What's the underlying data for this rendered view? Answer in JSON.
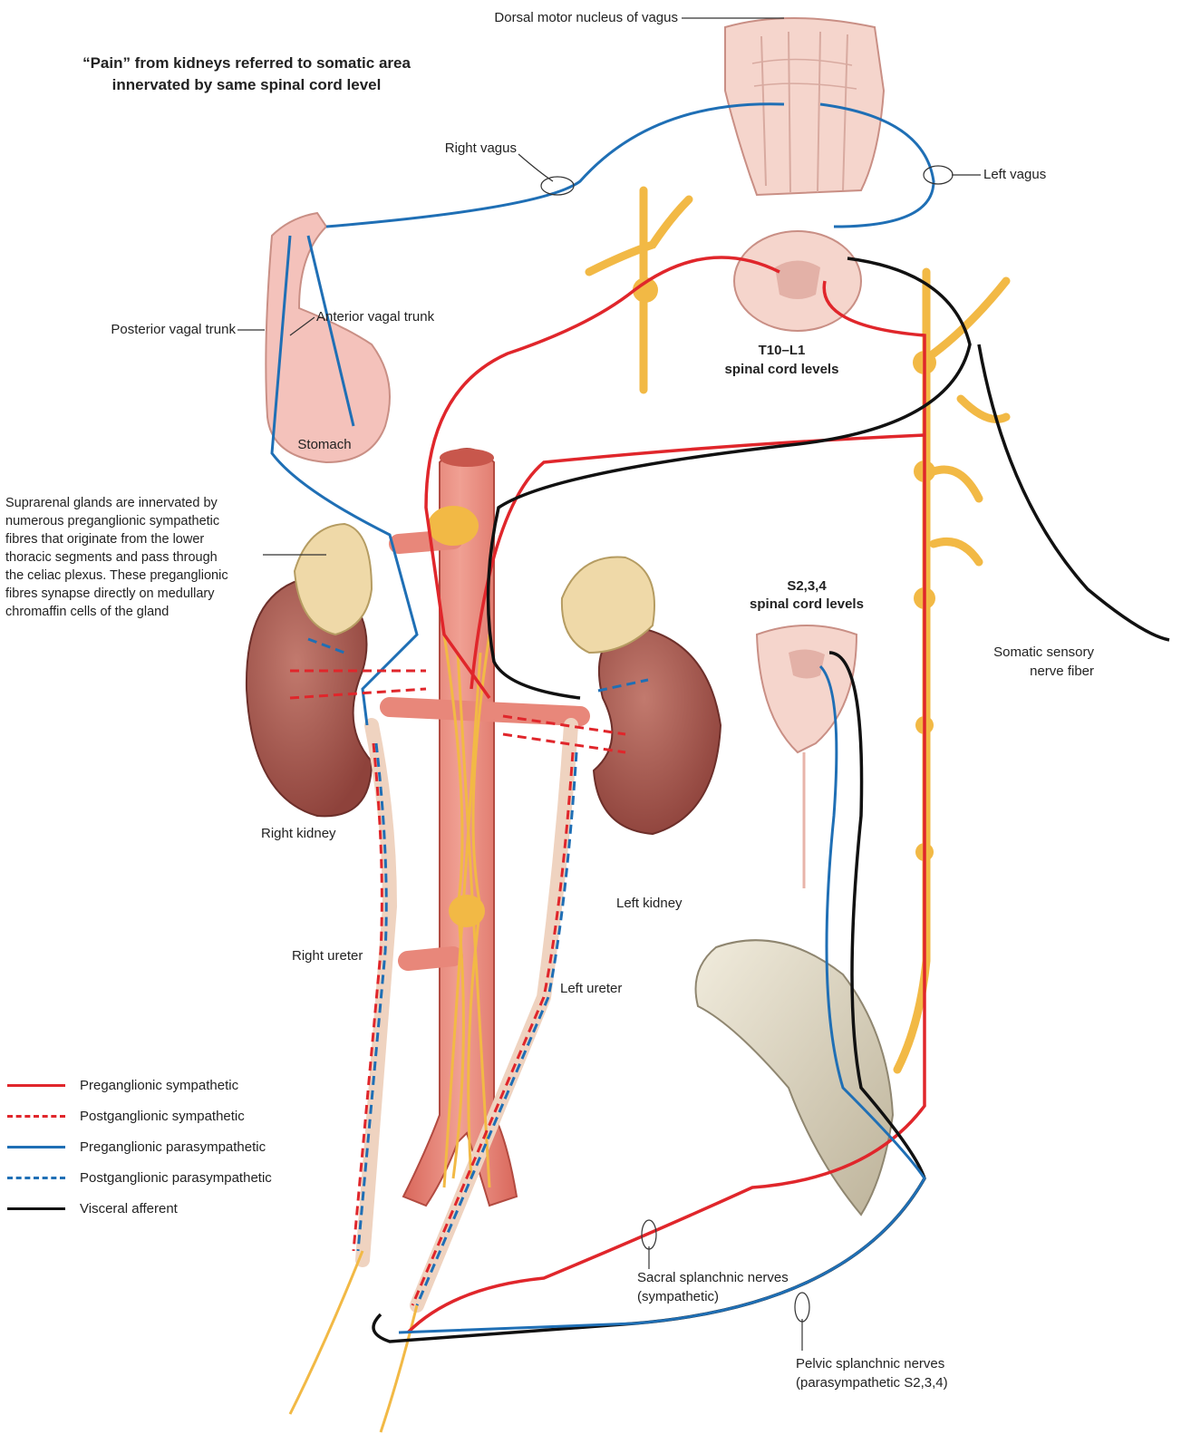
{
  "title_lines": [
    "“Pain” from kidneys referred to somatic area",
    "innervated by same spinal cord level"
  ],
  "labels": {
    "dorsal_motor_nucleus": "Dorsal motor nucleus of vagus",
    "right_vagus": "Right vagus",
    "left_vagus": "Left vagus",
    "posterior_vagal_trunk": "Posterior vagal trunk",
    "anterior_vagal_trunk": "Anterior vagal trunk",
    "stomach": "Stomach",
    "t10_l1_line1": "T10–L1",
    "t10_l1_line2": "spinal cord levels",
    "s234_line1": "S2,3,4",
    "s234_line2": "spinal cord levels",
    "somatic_line1": "Somatic sensory",
    "somatic_line2": "nerve fiber",
    "right_kidney": "Right kidney",
    "left_kidney": "Left kidney",
    "right_ureter": "Right ureter",
    "left_ureter": "Left ureter",
    "sacral_line1": "Sacral splanchnic nerves",
    "sacral_line2": "(sympathetic)",
    "pelvic_line1": "Pelvic splanchnic nerves",
    "pelvic_line2": "(parasympathetic S2,3,4)"
  },
  "suprarenal_note": [
    "Suprarenal glands are innervated by",
    "numerous preganglionic sympathetic",
    "fibres that originate  from the lower",
    "thoracic segments and pass through",
    "the celiac plexus. These preganglionic",
    "fibres synapse directly on medullary",
    "chromaffin cells of the gland"
  ],
  "legend": [
    {
      "label": "Preganglionic sympathetic",
      "color": "#e0262b",
      "style": "solid"
    },
    {
      "label": "Postganglionic sympathetic",
      "color": "#e0262b",
      "style": "dashed"
    },
    {
      "label": "Preganglionic parasympathetic",
      "color": "#1f6fb5",
      "style": "solid"
    },
    {
      "label": "Postganglionic parasympathetic",
      "color": "#1f6fb5",
      "style": "dashed"
    },
    {
      "label": "Visceral afferent",
      "color": "#111111",
      "style": "solid"
    }
  ],
  "colors": {
    "sympathetic": "#e0262b",
    "parasympathetic": "#1f6fb5",
    "afferent": "#111111",
    "nerve_plexus": "#f2b945",
    "artery": "#e8877a",
    "kidney": "#a8574f",
    "suprarenal": "#efd9a8",
    "spinal_cord": "#f5d5cc",
    "bone": "#e6e0cf"
  }
}
